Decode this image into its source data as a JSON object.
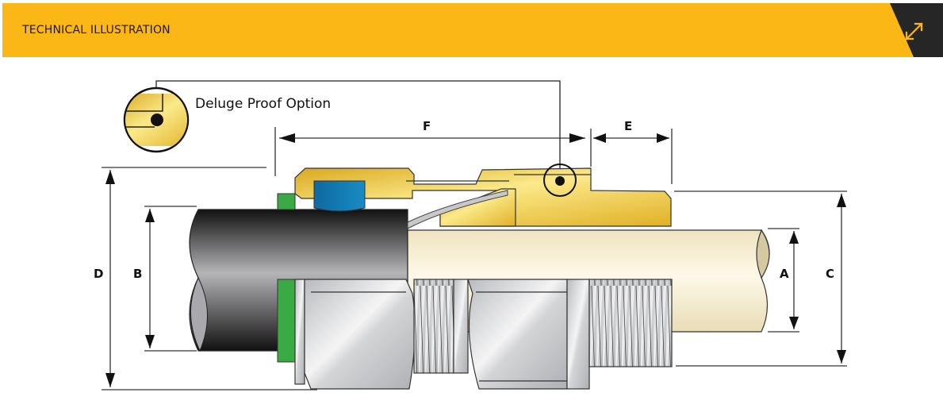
{
  "header": {
    "title": "TECHNICAL ILLUSTRATION",
    "expand_icon": "expand-arrows-icon",
    "accent_color": "#fbb715",
    "dark_color": "#262626"
  },
  "illustration": {
    "caption": "Deluge Proof Option",
    "dimensions": {
      "a": "A",
      "b": "B",
      "c": "C",
      "d": "D",
      "e": "E",
      "f": "F"
    }
  }
}
